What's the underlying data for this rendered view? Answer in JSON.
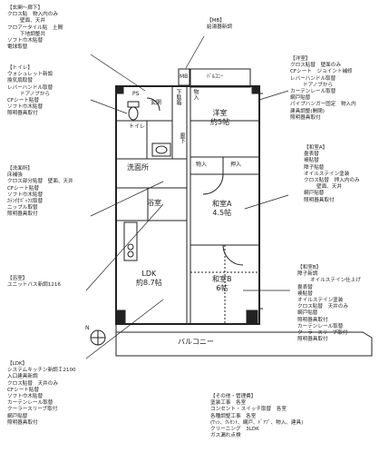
{
  "notes": {
    "entrance": {
      "title": "【玄関～廊下】",
      "items": [
        "クロス貼　物入内のみ",
        "壁面、天井",
        "フロアータイル貼　土間",
        "下地調整共",
        "ソフト巾木貼替",
        "電球取替"
      ]
    },
    "mb": {
      "title": "【MB】",
      "items": [
        "給湯器新調"
      ]
    },
    "toilet": {
      "title": "【トイレ】",
      "items": [
        "ウォシュレット新設",
        "換気扇取替",
        "レバーハンドル取替",
        "ドアノブから",
        "CFシート貼替",
        "ソフト巾木貼替",
        "照明器具取付"
      ]
    },
    "yoshitsu": {
      "title": "【洋室】",
      "items": [
        "クロス貼替　壁面のみ",
        "CFシート　ジョイント補修",
        "レバーハンドル取替",
        "ドアノブから",
        "カーテンレール取替",
        "網戸貼替",
        "パイプハンガー固定　物入内",
        "建具調整(開閉)",
        "照明器具取付"
      ]
    },
    "senmen": {
      "title": "【洗面所】",
      "items": [
        "床補強",
        "クロス部分貼替　壁面、天井",
        "CFシート貼替",
        "ソフト巾木貼替",
        "ｶﾗﾝ付ﾎﾞｯｸｽ取替",
        "ニップル取替",
        "照明器具取付"
      ]
    },
    "washitsu_a": {
      "title": "【和室A】",
      "items": [
        "畳表替",
        "襖貼替",
        "障子貼替",
        "オイルステイン塗装",
        "クロス貼替　押入内のみ",
        "壁面、天井",
        "網戸貼替",
        "照明器具取付"
      ]
    },
    "bath": {
      "title": "【浴室】",
      "items": [
        "ユニットバス新調1216"
      ]
    },
    "washitsu_b": {
      "title": "【和室B】",
      "items": [
        "障子新調",
        "オイルステイン仕上げ",
        "畳表替",
        "襖貼替",
        "オイルステイン塗装",
        "クロス貼替　天井のみ",
        "網戸貼替",
        "照明器具取付",
        "カーテンレール取替",
        "クーラースリーブ取付",
        "照明器具取付"
      ]
    },
    "ldk": {
      "title": "【LDK】",
      "items": [
        "システムキッチン新調Ｉ2100",
        "入口建具新調",
        "クロス貼替　天井のみ",
        "CFシート貼替",
        "ソフト巾木貼替",
        "カーテンレール取替",
        "クーラースリーブ取付",
        "網戸貼替",
        "照明器具取付"
      ]
    },
    "other": {
      "title": "【その他・管理費】",
      "items": [
        "塗装工事　各室",
        "コンセント・スイッチ取替　各室",
        "各種調整工事　各室",
        "(ｻｯｼ、ｸﾚｾﾝﾄ、網戸、ﾄﾞｱﾌﾞ、物入、建具)",
        "クリーニング　3LDK",
        "ガス漏れ点検"
      ]
    }
  },
  "plan": {
    "mb": "MB",
    "balcony_top": "ﾊﾞﾙｺﾆｰ",
    "ps": "PS",
    "genkan": "玄関",
    "toilet": "トイレ",
    "shoe": "下駄箱",
    "storage1": "物入",
    "yoshitsu_name": "洋室",
    "yoshitsu_size": "約5帖",
    "rouka": "廊下",
    "senmenjo": "洗面所",
    "storage2": "物入",
    "oshiire": "押入",
    "yokushitsu": "浴室",
    "washitsu_a_name": "和室A",
    "washitsu_a_size": "4.5帖",
    "ldk_name": "LDK",
    "ldk_size": "約8.7帖",
    "washitsu_b_name": "和室B",
    "washitsu_b_size": "6帖",
    "balcony": "バルコニー",
    "north": "N"
  }
}
